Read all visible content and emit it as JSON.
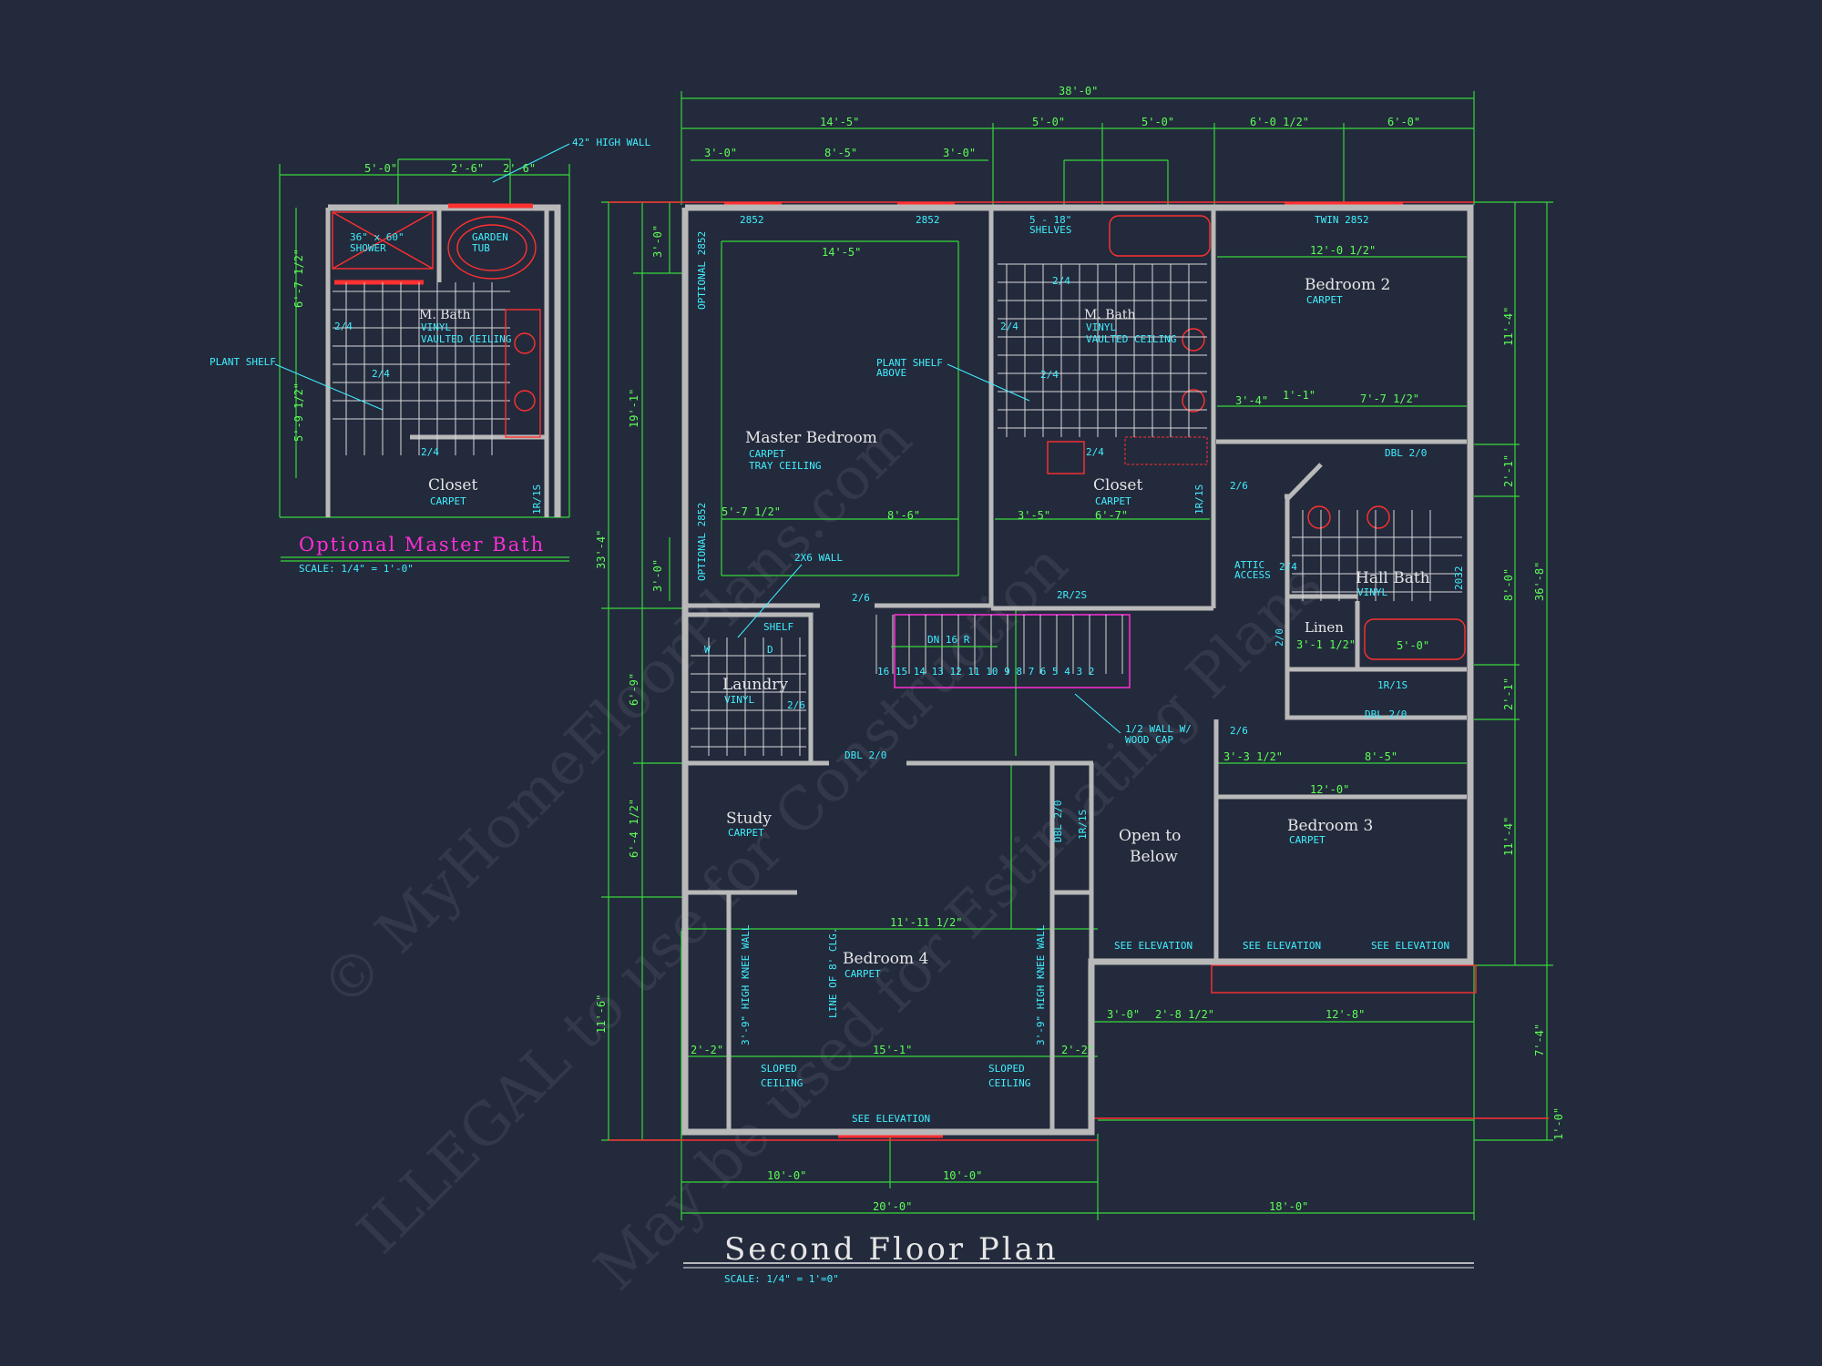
{
  "titles": {
    "main": "Second Floor Plan",
    "main_scale": "SCALE: 1/4\" = 1'=0\"",
    "inset": "Optional Master Bath",
    "inset_scale": "SCALE: 1/4\" = 1'-0\""
  },
  "watermark": {
    "line1": "© MyHomeFloorPlans.com",
    "line2": "ILLEGAL to use for Construction",
    "line3": "May be used for Estimating Plans"
  },
  "rooms": {
    "master_bedroom": "Master Bedroom",
    "master_bedroom_sub1": "CARPET",
    "master_bedroom_sub2": "TRAY CEILING",
    "m_bath": "M. Bath",
    "m_bath_sub1": "VINYL",
    "m_bath_sub2": "VAULTED CEILING",
    "closet": "Closet",
    "closet_sub": "CARPET",
    "bedroom2": "Bedroom 2",
    "bedroom2_sub": "CARPET",
    "hall_bath": "Hall Bath",
    "hall_bath_sub": "VINYL",
    "linen": "Linen",
    "laundry": "Laundry",
    "laundry_sub": "VINYL",
    "study": "Study",
    "study_sub": "CARPET",
    "open_below_1": "Open to",
    "open_below_2": "Below",
    "bedroom3": "Bedroom 3",
    "bedroom3_sub": "CARPET",
    "bedroom4": "Bedroom 4",
    "bedroom4_sub": "CARPET",
    "inset_m_bath": "M. Bath",
    "inset_vinyl": "VINYL",
    "inset_vaulted": "VAULTED CEILING",
    "inset_closet": "Closet",
    "inset_closet_sub": "CARPET"
  },
  "notes": {
    "plant_shelf_above_1": "PLANT SHELF",
    "plant_shelf_above_2": "ABOVE",
    "wall_2x6": "2X6 WALL",
    "half_wall_1": "1/2 WALL W/",
    "half_wall_2": "WOOD CAP",
    "shelves_1": "5 - 18\"",
    "shelves_2": "SHELVES",
    "shelf": "SHELF",
    "w": "W",
    "d": "D",
    "dn16r": "DN 16 R",
    "stairs": "16 15 14 13 12 11 10 9  8  7  6  5  4  3  2",
    "attic_1": "ATTIC",
    "attic_2": "ACCESS",
    "see_elev": "SEE ELEVATION",
    "sloped_1": "SLOPED",
    "sloped_2": "CEILING",
    "knee_wall": "3'-9\" HIGH KNEE WALL",
    "line_clg": "LINE OF 8' CLG.",
    "optional_2852": "OPTIONAL 2852",
    "twin_2852": "TWIN 2852",
    "w2852": "2852",
    "dbl_20": "DBL 2/0",
    "door_26": "2/6",
    "door_24": "2/4",
    "door_20": "2/0",
    "door_2r2s": "2R/2S",
    "door_1r1s": "1R/1S",
    "w2032": "2032",
    "inset_42_wall": "42\" HIGH WALL",
    "inset_shower_1": "36\" x 60\"",
    "inset_shower_2": "SHOWER",
    "inset_tub_1": "GARDEN",
    "inset_tub_2": "TUB",
    "inset_plant_shelf": "PLANT SHELF"
  },
  "dimensions": {
    "overall_top": "38'-0\"",
    "top_a": "14'-5\"",
    "top_b": "5'-0\"",
    "top_c": "5'-0\"",
    "top_d": "6'-0 1/2\"",
    "top_e": "6'-0\"",
    "top_f": "3'-0\"",
    "top_g": "8'-5\"",
    "top_h": "3'-0\"",
    "mb_width": "14'-5\"",
    "b2_width": "12'-0 1/2\"",
    "left_a": "3'-0\"",
    "left_b": "19'-1\"",
    "left_c": "3'-0\"",
    "left_d": "6'-9\"",
    "left_e": "6'-4 1/2\"",
    "left_f": "11'-6\"",
    "left_total": "33'-4\"",
    "right_a": "11'-4\"",
    "right_b": "2'-1\"",
    "right_c": "8'-0\"",
    "right_d": "2'-1\"",
    "right_e": "11'-4\"",
    "right_total": "36'-8\"",
    "right_f": "7'-4\"",
    "right_g": "1'-0\"",
    "bot_a": "10'-0\"",
    "bot_b": "10'-0\"",
    "bot_c": "20'-0\"",
    "bot_d": "18'-0\"",
    "b4_width": "15'-1\"",
    "b4_a": "2'-2\"",
    "b4_b": "2'-2\"",
    "b4_top": "11'-11 1/2\"",
    "b3_width": "12'-0\"",
    "b3_a": "3'-0\"",
    "b3_b": "2'-8 1/2\"",
    "b3_c": "12'-8\"",
    "mb_a": "5'-7 1/2\"",
    "mb_b": "8'-6\"",
    "cl_a": "3'-5\"",
    "cl_b": "6'-7\"",
    "hb_a": "5'-0\"",
    "hb_b": "3'-1 1/2\"",
    "hb_c": "3'-4\"",
    "hb_d": "1'-1\"",
    "hb_e": "7'-7 1/2\"",
    "b3_d": "8'-5\"",
    "b3_e": "3'-3 1/2\"",
    "inset_a": "5'-0\"",
    "inset_b": "2'-6\"",
    "inset_c": "2'-6\"",
    "inset_d": "6'-7 1/2\"",
    "inset_e": "5'-9 1/2\""
  },
  "colors": {
    "background": "#232a3c",
    "wall": "#b9b9b9",
    "dimension": "#37d63a",
    "annotation": "#3ff0ff",
    "accent_red": "#ff3030",
    "magenta_title": "#ff2fd6"
  }
}
